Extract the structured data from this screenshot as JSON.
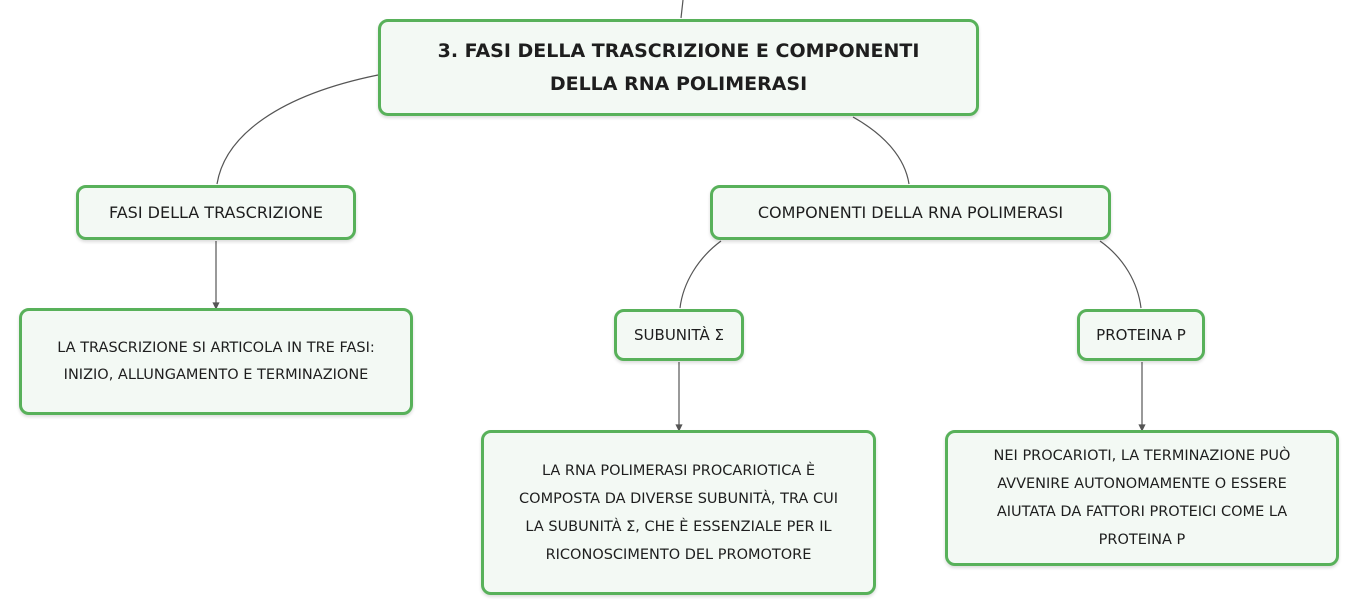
{
  "diagram": {
    "root": {
      "line1": "3. FASI DELLA TRASCRIZIONE E COMPONENTI",
      "line2": "DELLA RNA POLIMERASI"
    },
    "fasi": {
      "label": "FASI DELLA TRASCRIZIONE",
      "detail": {
        "line1": "LA TRASCRIZIONE SI ARTICOLA IN TRE FASI:",
        "line2": "INIZIO, ALLUNGAMENTO E TERMINAZIONE"
      }
    },
    "componenti": {
      "label": "COMPONENTI DELLA RNA POLIMERASI",
      "subunita": {
        "label": "SUBUNITÀ Σ",
        "detail": {
          "line1": "LA RNA POLIMERASI PROCARIOTICA È",
          "line2": "COMPOSTA DA DIVERSE SUBUNITÀ, TRA CUI",
          "line3": "LA SUBUNITÀ Σ, CHE È ESSENZIALE PER IL",
          "line4": "RICONOSCIMENTO DEL PROMOTORE"
        }
      },
      "proteina": {
        "label": "PROTEINA Ρ",
        "detail": {
          "line1": "NEI PROCARIOTI, LA TERMINAZIONE PUÒ",
          "line2": "AVVENIRE AUTONOMAMENTE O ESSERE",
          "line3": "AIUTATA DA FATTORI PROTEICI COME LA",
          "line4": "PROTEINA Ρ"
        }
      }
    },
    "colors": {
      "node_border": "#58b15a",
      "node_fill": "#f3f9f4",
      "connector": "#555555"
    }
  }
}
